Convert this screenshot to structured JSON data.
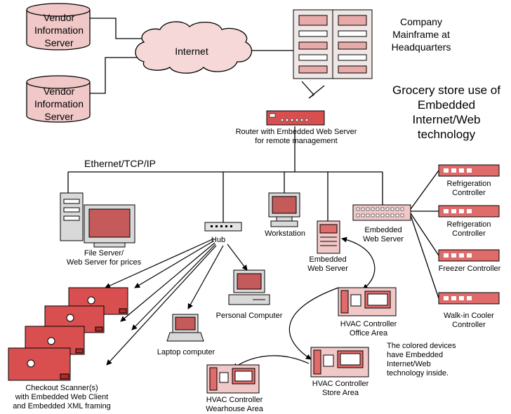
{
  "colors": {
    "device_fill": "#e06b6b",
    "device_dark": "#b02a2a",
    "screen_fill": "#c45a5a",
    "cloud_fill": "#f6d8d8",
    "db_fill": "#f1c8c8",
    "gray_fill": "#e3e3e3",
    "line": "#000000"
  },
  "title": "Grocery store use of\nEmbedded Internet/Web\ntechnology",
  "labels": {
    "vendor_server_1": "Vendor\nInformation\nServer",
    "vendor_server_2": "Vendor\nInformation\nServer",
    "internet": "Internet",
    "mainframe": "Company\nMainframe at\nHeadquarters",
    "router": "Router with Embedded Web Server\nfor remote management",
    "ethernet": "Ethernet/TCP/IP",
    "file_server": "File Server/\nWeb Server for prices",
    "hub": "Hub",
    "workstation": "Workstation",
    "embedded_web_server_small": "Embedded\nWeb Server",
    "embedded_web_server_panel": "Embedded\nWeb Server",
    "refrigeration_1": "Refrigeration\nController",
    "refrigeration_2": "Refrigeration\nController",
    "freezer": "Freezer Controller",
    "walkin": "Walk-in Cooler\nController",
    "personal_computer": "Personal Computer",
    "laptop": "Laptop computer",
    "hvac_office": "HVAC Controller\nOffice Area",
    "hvac_store": "HVAC Controller\nStore Area",
    "hvac_warehouse": "HVAC Controller\nWearhouse Area",
    "checkout": "Checkout Scanner(s)\nwith Embedded Web Client\nand Embedded XML framing",
    "note": "The colored devices\nhave Embedded\nInternet/Web\ntechnology inside."
  }
}
